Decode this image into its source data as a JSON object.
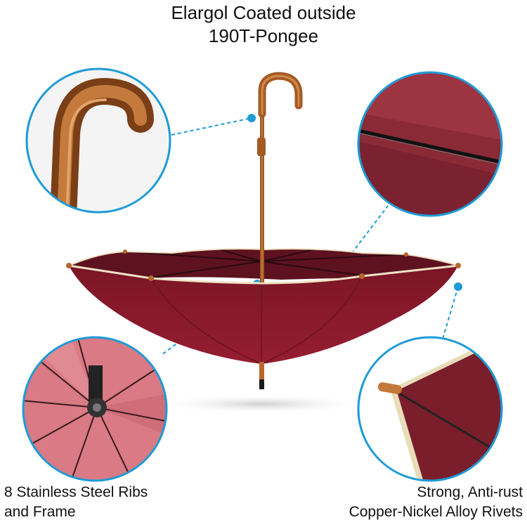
{
  "title": {
    "line1": "Elargol Coated outside",
    "line2": "190T-Pongee"
  },
  "captions": {
    "ribs": {
      "line1": "8 Stainless Steel Ribs",
      "line2": "and Frame"
    },
    "rivets": {
      "line1": "Strong, Anti-rust",
      "line2": "Copper-Nickel Alloy Rivets"
    }
  },
  "colors": {
    "canopy_outer": "#8a1a2c",
    "canopy_inner": "#6a1422",
    "piping": "#efe3c6",
    "wood": "#b8672c",
    "accent_blue": "#1e9bd7",
    "inner_pink": "#d97a84"
  }
}
